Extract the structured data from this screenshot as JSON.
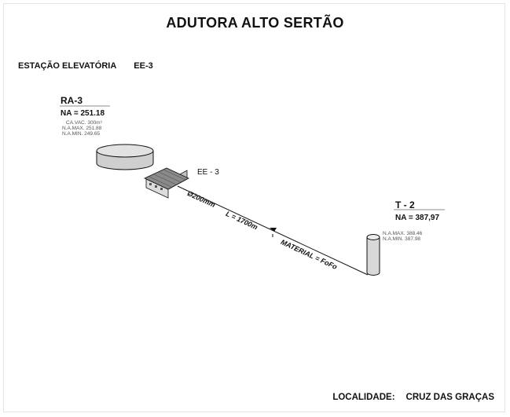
{
  "title": "ADUTORA ALTO SERTÃO",
  "station": {
    "label": "ESTAÇÃO ELEVATÓRIA",
    "code": "EE-3"
  },
  "reservoir": {
    "name": "RA-3",
    "na": "NA = 251.18",
    "details": [
      "CA.VAC. 300m³",
      "N.A.MAX. 251.88",
      "N.A.MIN. 249.65"
    ]
  },
  "pump_station": {
    "name": "EE - 3"
  },
  "tank": {
    "name": "T - 2",
    "na": "NA = 387,97",
    "details": [
      "N.A.MAX. 388.46",
      "N.A.MIN. 387.98"
    ]
  },
  "pipeline": {
    "diameter": "Ø200mm",
    "length": "L = 1700m",
    "material": "MATERIAL = FoFo"
  },
  "locality": {
    "label": "LOCALIDADE:",
    "value": "CRUZ DAS GRAÇAS"
  },
  "colors": {
    "line": "#111111",
    "fill": "#d8d8d8",
    "roof": "#8a8a8a",
    "muted": "#555555"
  }
}
